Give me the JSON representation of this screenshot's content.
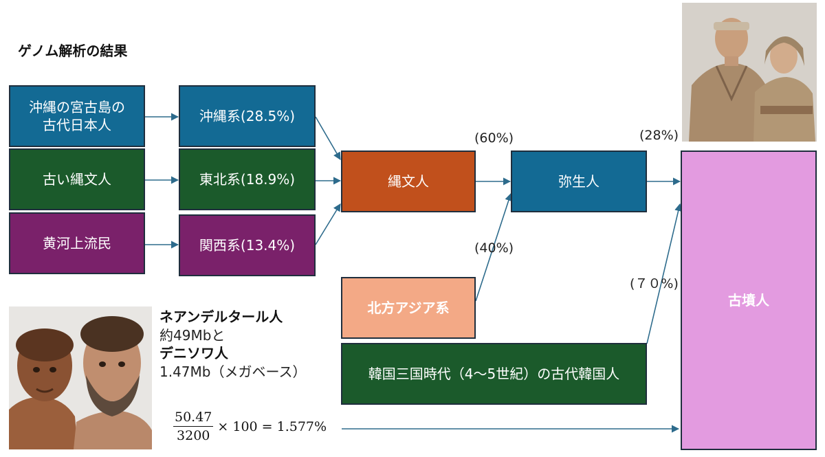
{
  "title": "ゲノム解析の結果",
  "sources": {
    "okinawa_miyako": "沖縄の宮古島の\n古代日本人",
    "old_jomon": "古い縄文人",
    "yellow_river": "黄河上流民"
  },
  "lineages": {
    "okinawa": "沖縄系(28.5%)",
    "tohoku": "東北系(18.9%)",
    "kansai": "関西系(13.4%)"
  },
  "jomon": "縄文人",
  "yayoi": "弥生人",
  "northern_asia": "北方アジア系",
  "korea": "韓国三国時代（4～5世紀）の古代韓国人",
  "kofun": "古墳人",
  "percents": {
    "jomon_to_yayoi": "(60%)",
    "north_to_yayoi": "(40%)",
    "yayoi_to_kofun": "(28%)",
    "korea_to_kofun": "(７０%)"
  },
  "neanderthal": {
    "line1": "ネアンデルタール人",
    "line2": "約49Mbと",
    "line3": "デニソワ人",
    "line4": "1.47Mb（メガベース）"
  },
  "formula": {
    "numerator": "50.47",
    "denominator": "3200",
    "rest": "× 100 = 1.577%"
  }
}
